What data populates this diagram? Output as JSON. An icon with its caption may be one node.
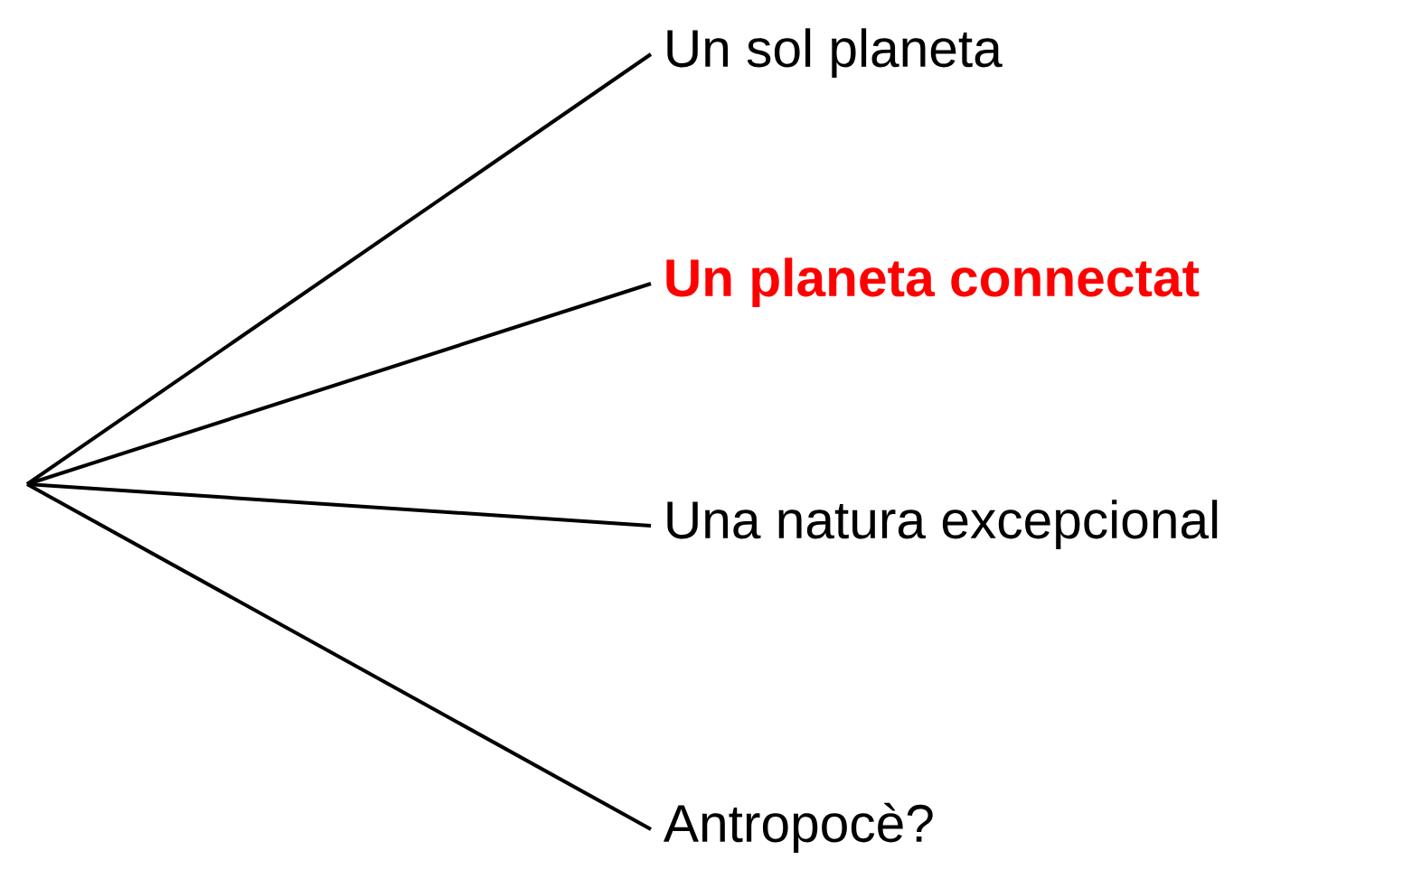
{
  "diagram": {
    "nodes": [
      {
        "text": [
          "Un sol planeta"
        ]
      },
      {
        "text": [
          "Un planeta connectat"
        ]
      },
      {
        "text": [
          "Una natura excepcional"
        ]
      },
      {
        "text": [
          "Antropocè?"
        ]
      }
    ],
    "edges": [
      {
        "from": null,
        "to": 0,
        "arrow": "none"
      },
      {
        "from": null,
        "to": 1,
        "arrow": "none"
      },
      {
        "from": null,
        "to": 2,
        "arrow": "none"
      },
      {
        "from": null,
        "to": 3,
        "arrow": "none"
      }
    ]
  }
}
